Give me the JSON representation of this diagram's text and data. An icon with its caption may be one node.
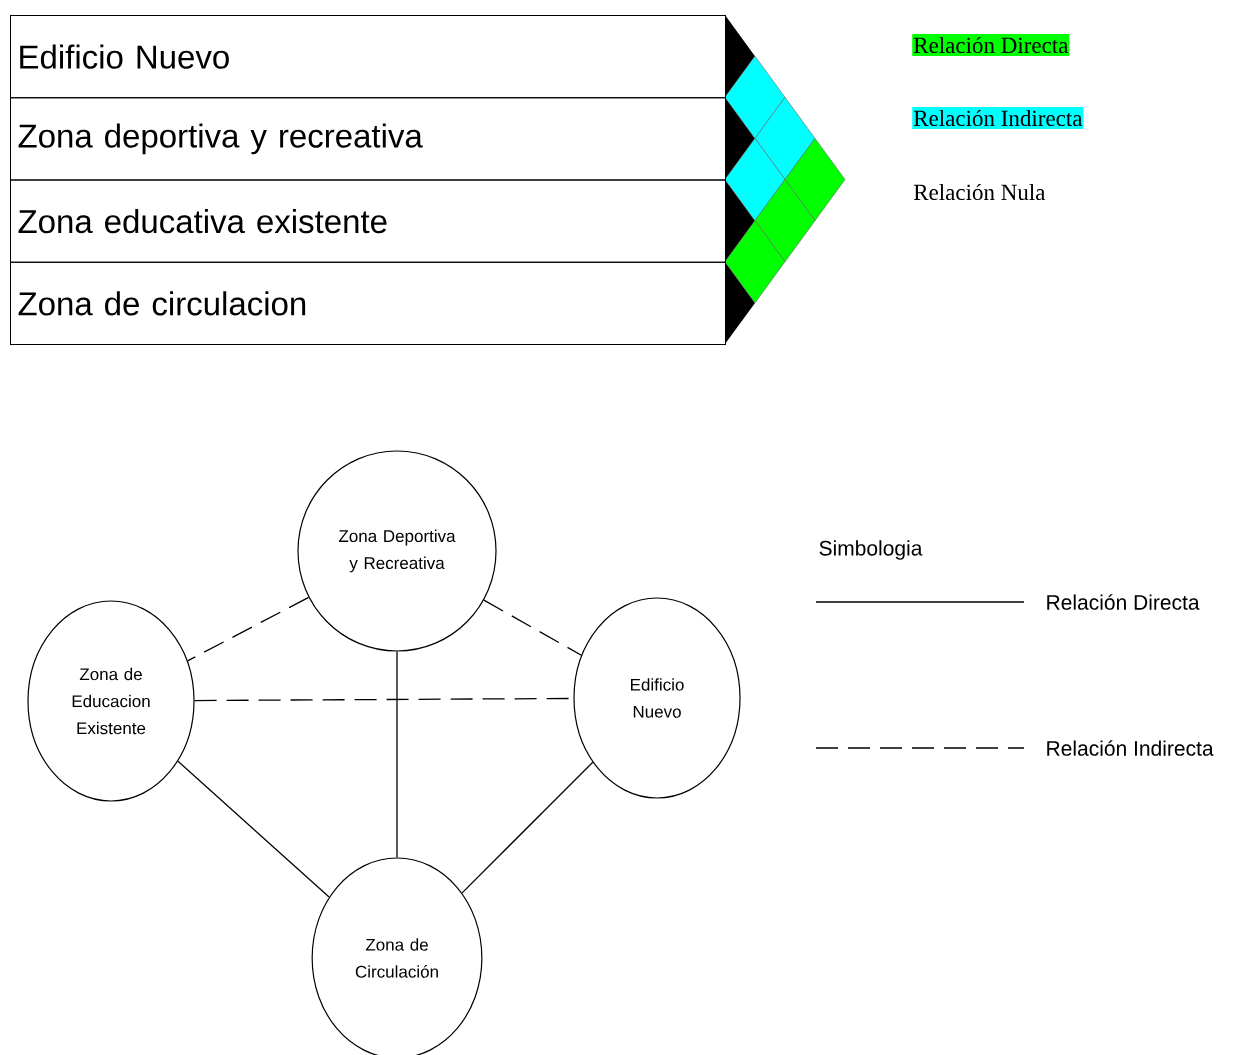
{
  "diagram": {
    "nodes": [
      {
        "text": [
          "Edificio Nuevo"
        ]
      },
      {
        "text": [
          "Zona deportiva y recreativa"
        ]
      },
      {
        "text": [
          "Zona educativa existente"
        ]
      },
      {
        "text": [
          "Zona de circulacion"
        ]
      },
      {
        "text": [
          "Zona Deportiva y Recreativa"
        ]
      },
      {
        "text": [
          "Zona de Educacion Existente"
        ]
      },
      {
        "text": [
          "Edificio Nuevo"
        ]
      },
      {
        "text": [
          "Zona de Circulación"
        ]
      }
    ],
    "edges": [
      {
        "from": 4,
        "to": 5,
        "arrow": "none",
        "style": "dashed"
      },
      {
        "from": 4,
        "to": 6,
        "arrow": "none",
        "style": "dashed"
      },
      {
        "from": 5,
        "to": 6,
        "arrow": "none",
        "style": "dashed"
      },
      {
        "from": 4,
        "to": 7,
        "arrow": "none"
      },
      {
        "from": 5,
        "to": 7,
        "arrow": "none"
      },
      {
        "from": 6,
        "to": 7,
        "arrow": "none"
      }
    ],
    "labels": [
      "Simbologia"
    ],
    "legend": [
      {
        "text": "Relación Directa",
        "color": "#00ff00"
      },
      {
        "text": "Relación Indirecta",
        "color": "#00ffff"
      },
      {
        "text": "Relación Nula"
      },
      {
        "text": "Relación Directa"
      },
      {
        "text": "Relación Indirecta"
      }
    ]
  }
}
